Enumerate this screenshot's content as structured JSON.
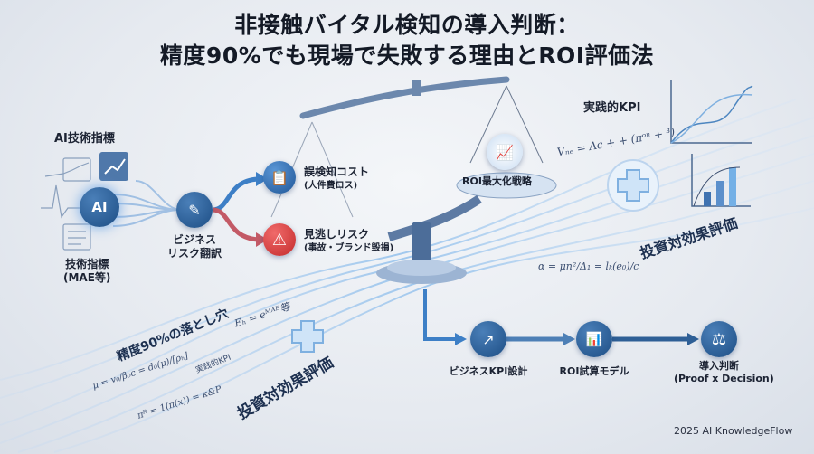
{
  "title": {
    "line1": "非接触バイタル検知の導入判断：",
    "line2": "精度90%でも現場で失敗する理由とROI評価法"
  },
  "left": {
    "ai_metrics_heading": "AI技術指標",
    "ai_badge": "AI",
    "tech_metrics_line1": "技術指標",
    "tech_metrics_line2": "(MAE等)",
    "translate_line1": "ビジネス",
    "translate_line2": "リスク翻訳"
  },
  "risks": [
    {
      "title": "誤検知コスト",
      "sub": "(人件費ロス)",
      "icon": "clipboard-clock-icon",
      "color": "#2a64a8"
    },
    {
      "title": "見逃しリスク",
      "sub": "(事故・ブランド毀損)",
      "icon": "warning-icon",
      "color": "#d13a3a"
    }
  ],
  "scale": {
    "pan_label": "ROI最大化戦略",
    "icon": "scale-icon"
  },
  "right": {
    "kpi_heading": "実践的KPI",
    "formula1": "Vₙₑ = Ac + + (πᵒⁿ + ³)",
    "formula2": "α = μn²/Δ₁ = lₖ(e₀)/c",
    "roi_eval": "投資対効果評価"
  },
  "lower_left": {
    "pitfall": "精度90%の落とし穴",
    "formula_e": "Eₕ = eᴹᴬᴱ等",
    "formula_mu": "μ = v₀/β₀ᴄ = d₀(μ)/[ρₕ]",
    "formula_pi": "πᴿ = 1(π(x)) = κ&P",
    "kpi_small": "実践的KPI",
    "roi_eval": "投資対効果評価"
  },
  "flow": [
    {
      "label": "ビジネスKPI設計",
      "icon": "trend-chart-icon"
    },
    {
      "label": "ROI試算モデル",
      "icon": "bar-chart-icon"
    },
    {
      "label": "導入判断",
      "sub": "(Proof x Decision)",
      "icon": "balance-scale-icon"
    }
  ],
  "footer": "2025 AI KnowledgeFlow",
  "colors": {
    "accent": "#2a64a8",
    "danger": "#d13a3a",
    "navy": "#1d4e85"
  }
}
